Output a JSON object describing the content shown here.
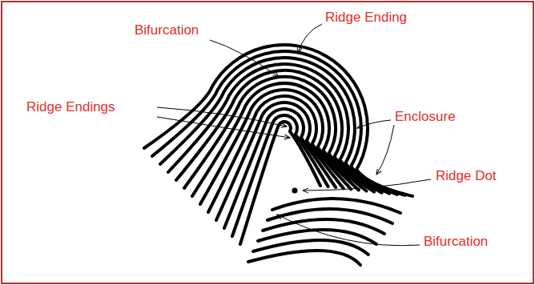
{
  "diagram": {
    "labels": [
      "Bifurcation",
      "Ridge Ending",
      "Ridge Endings",
      "Enclosure",
      "Ridge Dot",
      "Bifurcation"
    ]
  }
}
